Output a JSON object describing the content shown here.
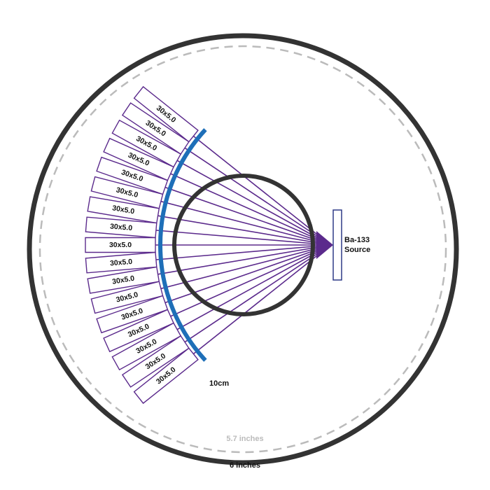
{
  "labels": {
    "source_line1": "Ba-133",
    "source_line2": "Source",
    "arc_distance": "10cm",
    "inner_dashed_diameter": "5.7 inches",
    "outer_diameter": "6 inches"
  },
  "detectors": [
    {
      "label": "30x5.0"
    },
    {
      "label": "30x5.0"
    },
    {
      "label": "30x5.0"
    },
    {
      "label": "30x5.0"
    },
    {
      "label": "30x5.0"
    },
    {
      "label": "30x5.0"
    },
    {
      "label": "30x5.0"
    },
    {
      "label": "30x5.0"
    },
    {
      "label": "30x5.0"
    },
    {
      "label": "30x5.0"
    },
    {
      "label": "30x5.0"
    },
    {
      "label": "30x5.0"
    },
    {
      "label": "30x5.0"
    },
    {
      "label": "30x5.0"
    },
    {
      "label": "30x5.0"
    },
    {
      "label": "30x5.0"
    },
    {
      "label": "30x5.0"
    }
  ],
  "colors": {
    "outer_ring": "#333333",
    "dashed_ring": "#bbbbbb",
    "inner_ring": "#333333",
    "blue_arc": "#1e6fb8",
    "rays": "#5b2a8c",
    "source_box": "#2e3a87",
    "detector_box": "#5b2a8c"
  }
}
